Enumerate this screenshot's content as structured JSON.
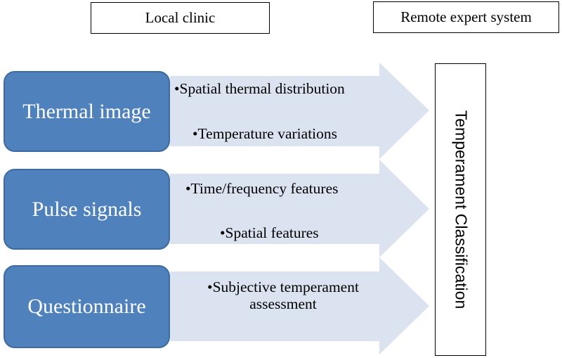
{
  "headers": {
    "local": "Local clinic",
    "remote": "Remote expert system"
  },
  "sources": [
    {
      "label": "Thermal image",
      "features": [
        "•Spatial thermal distribution",
        "•Temperature variations"
      ]
    },
    {
      "label": "Pulse signals",
      "features": [
        "•Time/frequency features",
        "•Spatial features"
      ]
    },
    {
      "label": "Questionnaire",
      "features": [
        "•Subjective temperament assessment"
      ]
    }
  ],
  "result": {
    "label": "Temperament Classification"
  },
  "colors": {
    "source_box_fill": "#4f81bd",
    "source_box_border": "#3d6b9f",
    "arrow_fill": "#dbe3f0"
  }
}
